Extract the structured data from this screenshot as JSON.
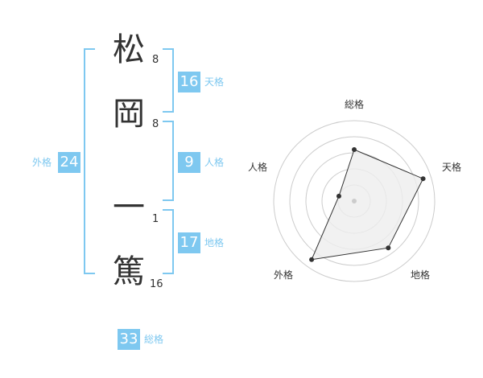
{
  "name": {
    "chars": [
      {
        "char": "松",
        "strokes": "8"
      },
      {
        "char": "岡",
        "strokes": "8"
      },
      {
        "char": "一",
        "strokes": "1"
      },
      {
        "char": "篤",
        "strokes": "16"
      }
    ]
  },
  "fortunes": {
    "tenkaku": {
      "value": "16",
      "label": "天格"
    },
    "jinkaku": {
      "value": "9",
      "label": "人格"
    },
    "chikaku": {
      "value": "17",
      "label": "地格"
    },
    "gaikaku": {
      "value": "24",
      "label": "外格"
    },
    "soukaku": {
      "value": "33",
      "label": "総格"
    }
  },
  "chart_data": {
    "type": "radar",
    "axes": [
      "総格",
      "天格",
      "地格",
      "外格",
      "人格"
    ],
    "values": [
      3.2,
      4.5,
      3.6,
      4.5,
      1.0
    ],
    "max": 5,
    "rings": 5
  },
  "colors": {
    "accent": "#7ec8f0",
    "text": "#333333",
    "grid": "#cccccc",
    "fill": "#eeeeee"
  }
}
